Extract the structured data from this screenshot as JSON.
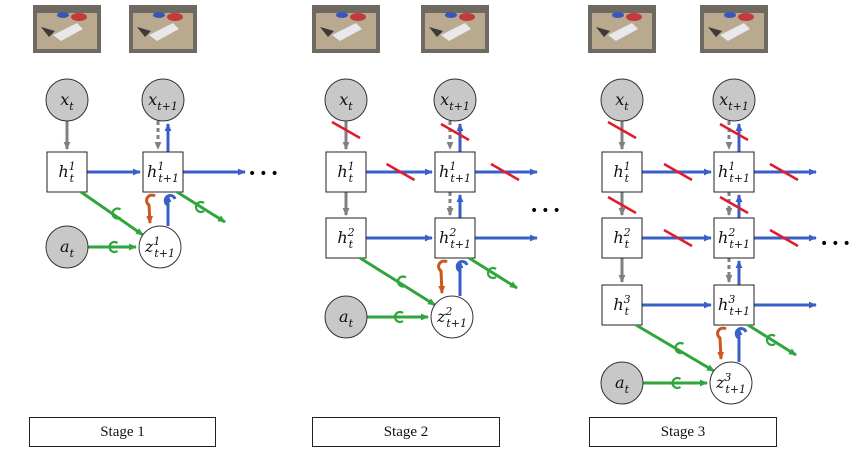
{
  "colors": {
    "blue": "#3a5fc7",
    "green": "#2fa53b",
    "orange": "#c8581c",
    "gray": "#808080",
    "red": "#e01c2c",
    "node_fill": "#c8c8c8"
  },
  "stages": [
    {
      "label": "Stage 1",
      "nodes": {
        "x_t": "x_t",
        "x_t1": "x_{t+1}",
        "h_t": [
          "h_t^1"
        ],
        "h_t1": [
          "h_{t+1}^1"
        ],
        "a_t": "a_t",
        "z": "z_{t+1}^1"
      },
      "ellipsis": "•••"
    },
    {
      "label": "Stage 2",
      "nodes": {
        "x_t": "x_t",
        "x_t1": "x_{t+1}",
        "h_t": [
          "h_t^1",
          "h_t^2"
        ],
        "h_t1": [
          "h_{t+1}^1",
          "h_{t+1}^2"
        ],
        "a_t": "a_t",
        "z": "z_{t+1}^2"
      },
      "ellipsis": "•••"
    },
    {
      "label": "Stage 3",
      "nodes": {
        "x_t": "x_t",
        "x_t1": "x_{t+1}",
        "h_t": [
          "h_t^1",
          "h_t^2",
          "h_t^3"
        ],
        "h_t1": [
          "h_{t+1}^1",
          "h_{t+1}^2",
          "h_{t+1}^3"
        ],
        "a_t": "a_t",
        "z": "z_{t+1}^3"
      },
      "ellipsis": "•••"
    }
  ]
}
